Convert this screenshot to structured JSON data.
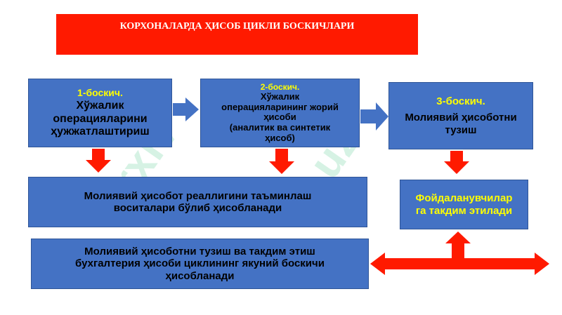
{
  "title": "КОРХОНАЛАРДА ҲИСОБ ЦИКЛИ БОСКИЧЛАРИ",
  "step1": {
    "label": "1-боскич.",
    "text_l1": "Хўжалик",
    "text_l2": "операцияларини",
    "text_l3": "ҳужжатлаштириш"
  },
  "step2": {
    "label": "2-боскич.",
    "text_l1": "Хўжалик",
    "text_l2": "операцияларининг жорий",
    "text_l3": "ҳисоби",
    "text_l4": "(аналитик ва  синтетик",
    "text_l5": "ҳисоб)"
  },
  "step3": {
    "label": "3-боскич.",
    "text_l1": "Молиявий ҳисоботни",
    "text_l2": "тузиш"
  },
  "box_reliability": {
    "l1": "Молиявий ҳисобот реаллигини таъминлаш",
    "l2": "воситалари бўлиб ҳисобланади"
  },
  "box_users": {
    "l1": "Фойдаланувчилар",
    "l2": "га такдим этилади"
  },
  "box_final": {
    "l1": "Молиявий ҳисоботни тузиш ва такдим этиш",
    "l2": "бухгалтерия ҳисоби циклининг якуний боскичи",
    "l3": "ҳисобланади"
  },
  "colors": {
    "title_bg": "#ff1a00",
    "box_bg": "#4472c4",
    "arrow_red": "#ff1a00",
    "arrow_blue": "#4472c4",
    "highlight": "#ffff00"
  }
}
